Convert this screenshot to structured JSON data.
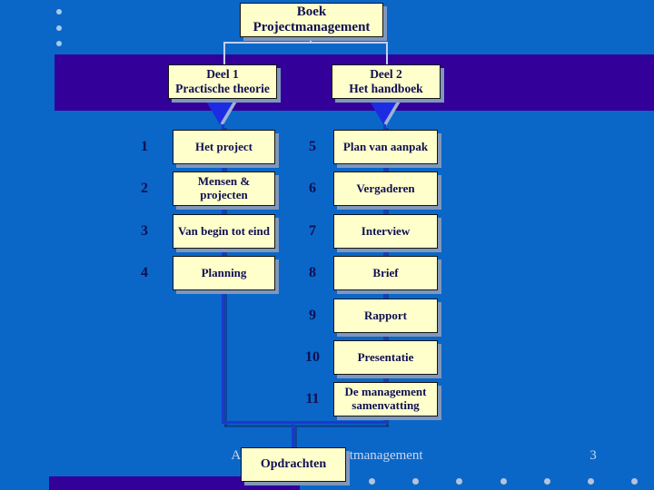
{
  "slide": {
    "footer": "A07 Deel 1&2 Projectmanagement",
    "page_number": "3"
  },
  "title_box": {
    "line1": "Boek",
    "line2": "Projectmanagement"
  },
  "parts": [
    {
      "line1": "Deel 1",
      "line2": "Practische theorie"
    },
    {
      "line1": "Deel 2",
      "line2": "Het handboek"
    }
  ],
  "chapters": [
    {
      "num": "1",
      "label": "Het project",
      "col": 0,
      "row": 0
    },
    {
      "num": "2",
      "label": "Mensen & projecten",
      "col": 0,
      "row": 1
    },
    {
      "num": "3",
      "label": "Van begin tot eind",
      "col": 0,
      "row": 2
    },
    {
      "num": "4",
      "label": "Planning",
      "col": 0,
      "row": 3
    },
    {
      "num": "5",
      "label": "Plan van aanpak",
      "col": 1,
      "row": 0
    },
    {
      "num": "6",
      "label": "Vergaderen",
      "col": 1,
      "row": 1
    },
    {
      "num": "7",
      "label": "Interview",
      "col": 1,
      "row": 2
    },
    {
      "num": "8",
      "label": "Brief",
      "col": 1,
      "row": 3
    },
    {
      "num": "9",
      "label": "Rapport",
      "col": 1,
      "row": 4
    },
    {
      "num": "10",
      "label": "Presentatie",
      "col": 1,
      "row": 5
    },
    {
      "num": "11",
      "label": "De management samenvatting",
      "col": 1,
      "row": 6
    }
  ],
  "bottom_box": {
    "label": "Opdrachten"
  },
  "decorations": {
    "top_bullet_count": 3,
    "bottom_bullet_count": 8
  },
  "colors": {
    "background": "#0a67c8",
    "band_purple": "#330099",
    "box_fill": "#ffffcc",
    "box_text_navy": "#0f0f52",
    "box_shadow": "#8097bb",
    "connector_blue": "#1b38cf",
    "connector_pale": "#c6cff0",
    "triangle_blue": "#1d2ce2",
    "footer_text": "#ccd6ec",
    "top_bullet": "#a8cbec",
    "bottom_bullet": "#b7c2dc"
  }
}
